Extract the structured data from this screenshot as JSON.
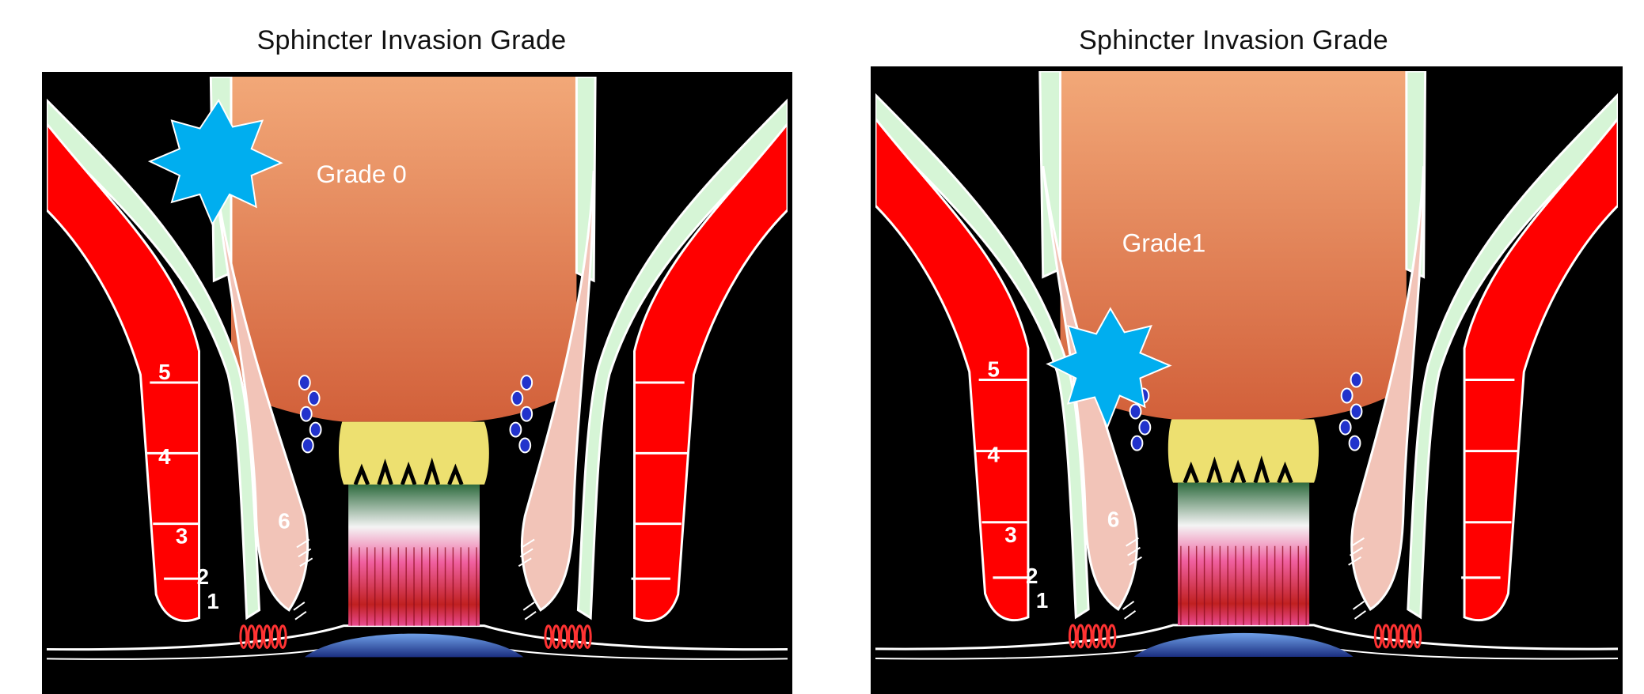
{
  "panels": [
    {
      "title": "Sphincter Invasion Grade",
      "grade_label": "Grade 0",
      "muscle_labels": [
        "1",
        "2",
        "3",
        "4",
        "5",
        "6"
      ]
    },
    {
      "title": "Sphincter Invasion Grade",
      "grade_label": "Grade1",
      "muscle_labels": [
        "1",
        "2",
        "3",
        "4",
        "5",
        "6"
      ]
    }
  ],
  "colors": {
    "tumor": "#00AEEF",
    "external_sphincter": "#FF0000",
    "internal_sphincter": "#F2C4B8",
    "longitudinal_muscle": "#D6F5D6",
    "rectum_top": "#F2A878",
    "rectum_bottom": "#D2603A",
    "dentate_zone": "#EDE070",
    "glands": "#2233CC",
    "background": "#000000"
  }
}
